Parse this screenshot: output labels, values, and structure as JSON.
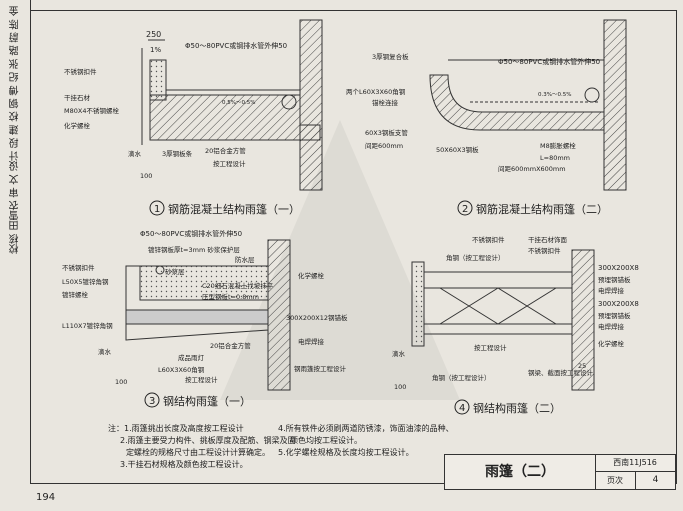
{
  "sidebar": {
    "text": "校核 田雪农 审 文 设计 段 建 校 钢 傅 纪 张 路 蔚 陈 金"
  },
  "diagrams": {
    "d1": {
      "title": "钢筋混凝土结构雨篷（一）",
      "num": "1",
      "labels": {
        "dim250": "250",
        "slope1": "1%",
        "drain": "Φ50～80PVC或钢排水管外伸50",
        "sstop": "不锈钢扣件",
        "gstone": "干挂石材",
        "bolt": "M80X4不锈钢螺栓",
        "chembolt": "化学螺栓",
        "slope05": "0.5%～0.5%",
        "waterstrip": "滴水",
        "steelstrip3": "3厚钢板条",
        "alum": "20铝合金方管",
        "eng": "按工程设计",
        "dim100": "100"
      }
    },
    "d2": {
      "title": "钢筋混凝土结构雨篷（二）",
      "num": "2",
      "labels": {
        "steel3": "3厚钢复合板",
        "drain": "Φ50～80PVC或钢排水管外伸50",
        "angle": "两个L60X3X60角钢",
        "anchor": "锚栓连接",
        "slope": "0.3%～0.5%",
        "plate": "60X3钢板支管",
        "bolt2": "间距600mm",
        "plate50": "50X60X3钢板",
        "m8": "M8膨胀螺栓",
        "len": "L=80mm",
        "spacing": "间距600mmX600mm"
      }
    },
    "d3": {
      "title": "钢结构雨篷（一）",
      "num": "3",
      "labels": {
        "drain": "Φ50～80PVC或钢排水管外伸50",
        "weld": "镀锌钢板厚t=3mm  砂浆保护层",
        "sstop": "不锈钢扣件",
        "angle1": "L50X5镀锌角钢",
        "anchor": "镀锌螺栓",
        "sand": "砂浆层",
        "waterproof": "防水层",
        "chem": "化学螺栓",
        "concrete": "C20细石混凝土找坡抹平",
        "steelplate": "压型钢板t=0.8mm",
        "plate300": "300X200X12钢锚板",
        "angle110": "L110X7镀锌角钢",
        "drip": "滴水",
        "alum": "20铝合金方管",
        "prod": "成品雨灯",
        "angle60": "L60X3X60角钢",
        "eng": "按工程设计",
        "weldp": "电焊焊接",
        "dim100": "100",
        "by": "钢雨篷按工程设计"
      }
    },
    "d4": {
      "title": "钢结构雨篷（二）",
      "num": "4",
      "labels": {
        "sstop": "不锈钢扣件",
        "gstone": "干挂石材饰面",
        "clip": "不锈钢扣件",
        "angle": "角钢（按工程设计）",
        "plate1": "300X200X8",
        "embed1": "预埋钢锚板",
        "weld1": "电焊焊接",
        "plate2": "300X200X8",
        "embed2": "预埋钢锚板",
        "weld2": "电焊焊接",
        "chem": "化学螺栓",
        "drip": "滴水",
        "eng": "按工程设计",
        "angle2": "角钢（按工程设计）",
        "dim25": "25",
        "dim100": "100",
        "steelpost": "钢梁、截面按工程设计"
      }
    }
  },
  "notes": {
    "n1": "注：1.雨篷挑出长度及高度按工程设计",
    "n2": "2.雨篷主要受力构件、挑板厚度及配筋、钢梁及固",
    "n3": "定螺栓的规格尺寸由工程设计计算确定。",
    "n4": "3.干挂石材规格及颜色按工程设计。",
    "n5": "4.所有铁件必须刷两道防锈漆，饰面油漆的品种、",
    "n6": "颜色均按工程设计。",
    "n7": "5.化学螺栓规格及长度均按工程设计。"
  },
  "titleblock": {
    "title": "雨篷（二）",
    "code": "西南11J516",
    "page_label": "页次",
    "page_num": "4"
  },
  "page_number": "194"
}
